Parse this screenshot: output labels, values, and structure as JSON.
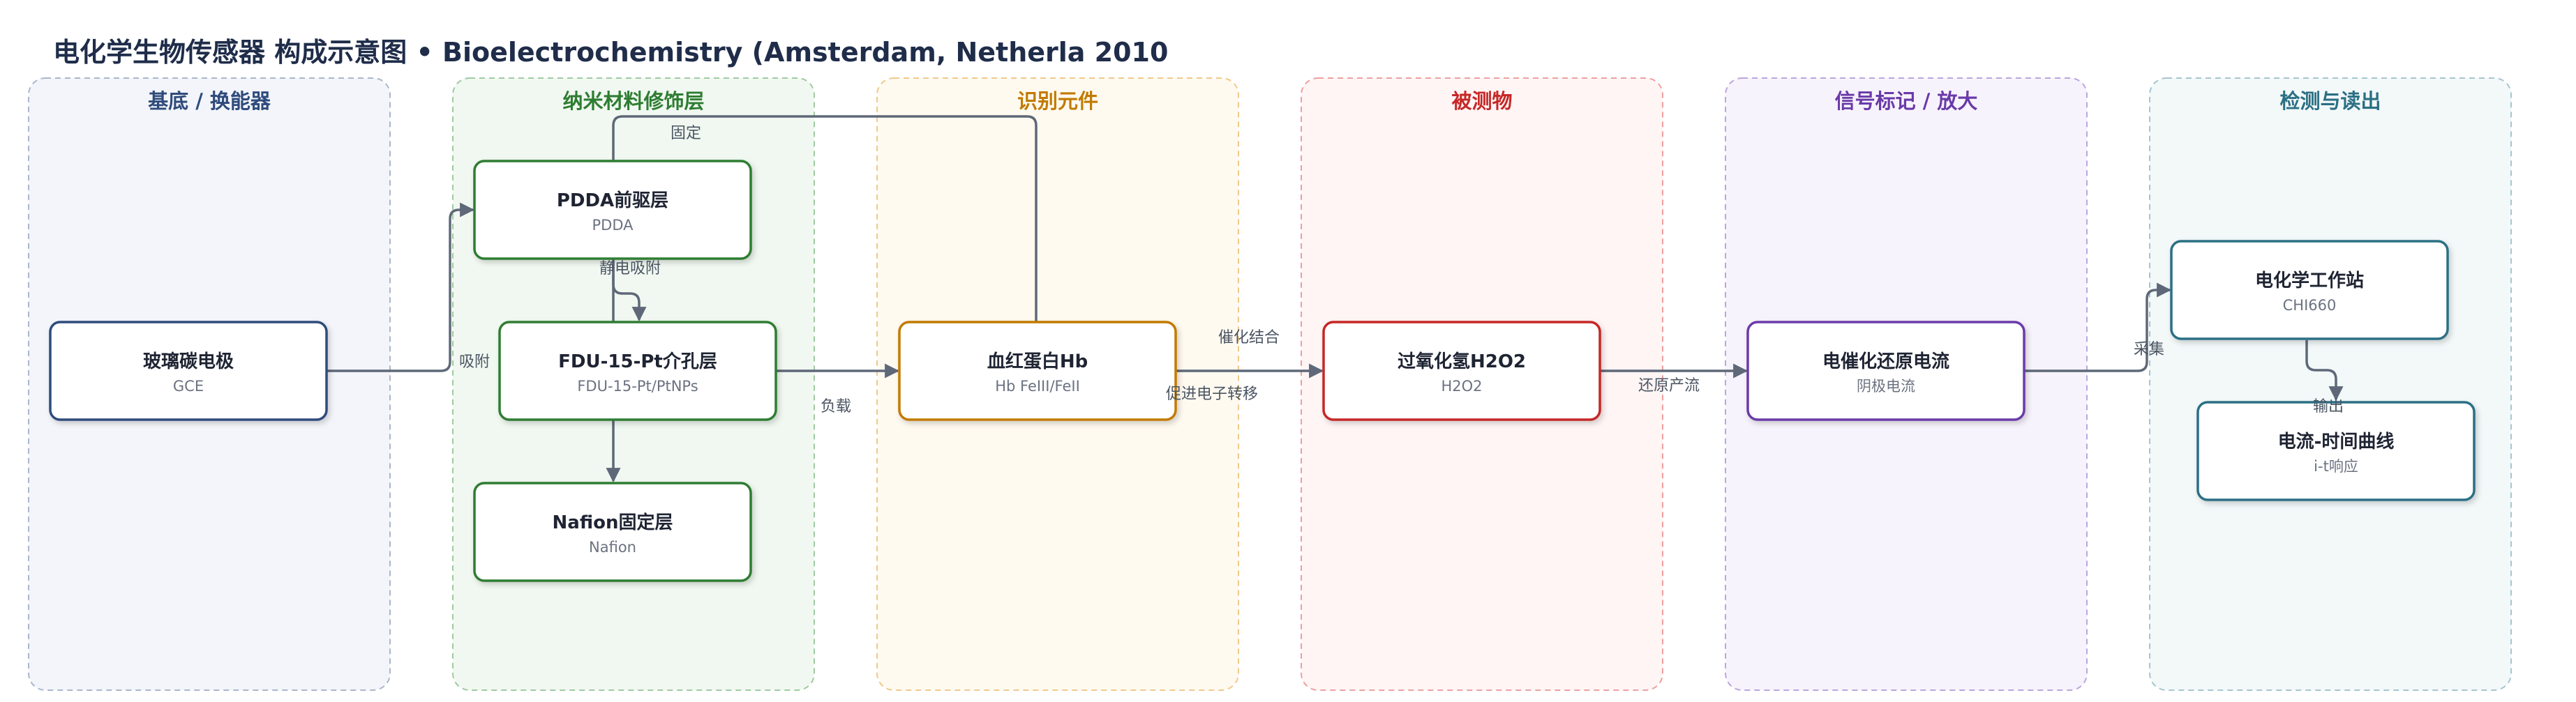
{
  "title": "电化学生物传感器 构成示意图 • Bioelectrochemistry (Amsterdam, Netherla 2010",
  "colors": {
    "edge": "#5e6878",
    "lanes": {
      "substrate": {
        "title": "#2f4b7c",
        "fill": "#f3f5fa",
        "stroke": "#aab6cc"
      },
      "nano": {
        "title": "#2e7d32",
        "fill": "#f1f8f1",
        "stroke": "#9fcaa2"
      },
      "recognition": {
        "title": "#c27a00",
        "fill": "#fffaf0",
        "stroke": "#efc98a"
      },
      "analyte": {
        "title": "#c62828",
        "fill": "#fff5f5",
        "stroke": "#ee9f9f"
      },
      "signal": {
        "title": "#6a3aa8",
        "fill": "#f7f3fc",
        "stroke": "#bba6dd"
      },
      "readout": {
        "title": "#2b6f84",
        "fill": "#f3f8f9",
        "stroke": "#a6c6cf"
      }
    },
    "nodes": {
      "gce": "#2f4b7c",
      "pdda": "#2e7d32",
      "fdu": "#2e7d32",
      "nafion": "#2e7d32",
      "hb": "#c27a00",
      "h2o2": "#c62828",
      "current": "#6a3aa8",
      "station": "#2b6f84",
      "itcurve": "#2b6f84"
    }
  },
  "lanes": {
    "substrate": "基底 / 换能器",
    "nano": "纳米材料修饰层",
    "recognition": "识别元件",
    "analyte": "被测物",
    "signal": "信号标记 / 放大",
    "readout": "检测与读出"
  },
  "nodes": {
    "gce": {
      "title": "玻璃碳电极",
      "sub": "GCE"
    },
    "pdda": {
      "title": "PDDA前驱层",
      "sub": "PDDA"
    },
    "fdu": {
      "title": "FDU-15-Pt介孔层",
      "sub": "FDU-15-Pt/PtNPs"
    },
    "nafion": {
      "title": "Nafion固定层",
      "sub": "Nafion"
    },
    "hb": {
      "title": "血红蛋白Hb",
      "sub": "Hb FeIII/FeII"
    },
    "h2o2": {
      "title": "过氧化氢H2O2",
      "sub": "H2O2"
    },
    "current": {
      "title": "电催化还原电流",
      "sub": "阴极电流"
    },
    "station": {
      "title": "电化学工作站",
      "sub": "CHI660"
    },
    "itcurve": {
      "title": "电流-时间曲线",
      "sub": "i-t响应"
    }
  },
  "edges": {
    "adsorb": "吸附",
    "fix": "固定",
    "electrostatic": "静电吸附",
    "load": "负载",
    "catalytic_binding": "催化结合",
    "electron_transfer": "促进电子转移",
    "reduction_current": "还原产流",
    "collect": "采集",
    "output": "输出"
  }
}
